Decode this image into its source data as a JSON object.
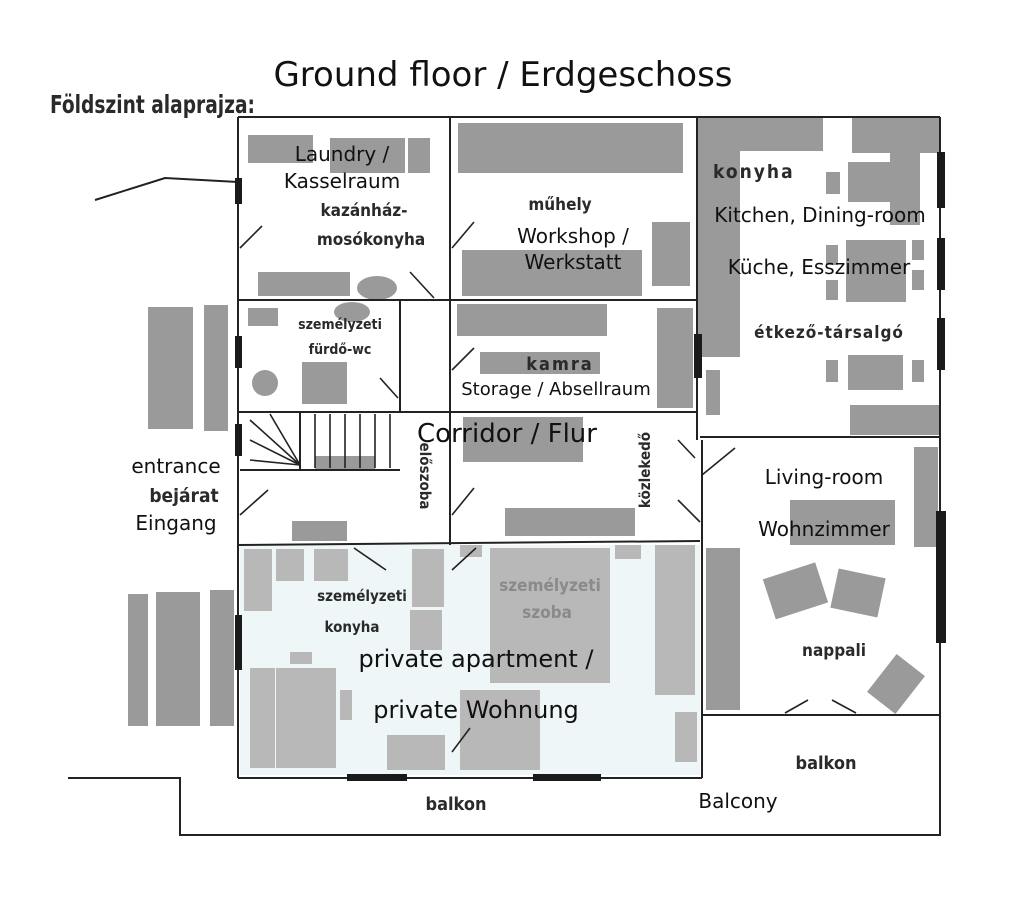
{
  "title": "Ground floor / Erdgeschoss",
  "hungarian_title": "Földszint alaprajza:",
  "rooms": {
    "laundry": {
      "en_de": [
        "Laundry /",
        "Kasselraum"
      ],
      "hu": [
        "kazánház-",
        "mosókonyha"
      ]
    },
    "workshop": {
      "en_de": [
        "Workshop /",
        "Werkstatt"
      ],
      "hu": "műhely"
    },
    "kitchen": {
      "hu": "konyha",
      "en": "Kitchen, Dining-room",
      "de": "Küche, Esszimmer",
      "hu2": "étkező-társalgó"
    },
    "staff_bath": {
      "hu": [
        "személyzeti",
        "fürdő-wc"
      ]
    },
    "storage": {
      "hu": "kamra",
      "en_de": "Storage / Absellraum"
    },
    "corridor": {
      "en_de": "Corridor / Flur",
      "hu": "előszoba",
      "hu2": "közlekedő"
    },
    "entrance": {
      "en": "entrance",
      "hu": "bejárat",
      "de": "Eingang"
    },
    "living": {
      "en": "Living-room",
      "de": "Wohnzimmer",
      "hu": "nappali"
    },
    "apartment": {
      "hu_kitchen": [
        "személyzeti",
        "konyha"
      ],
      "hu_room": [
        "személyzeti",
        "szoba"
      ],
      "en_de": [
        "private apartment /",
        "private Wohnung"
      ]
    },
    "balcony": {
      "hu_left": "balkon",
      "hu_right": "balkon",
      "en": "Balcony"
    }
  },
  "colors": {
    "apartment_tint": "#eef6f8",
    "furniture": "#9a9a9a",
    "walls": "#222222"
  }
}
